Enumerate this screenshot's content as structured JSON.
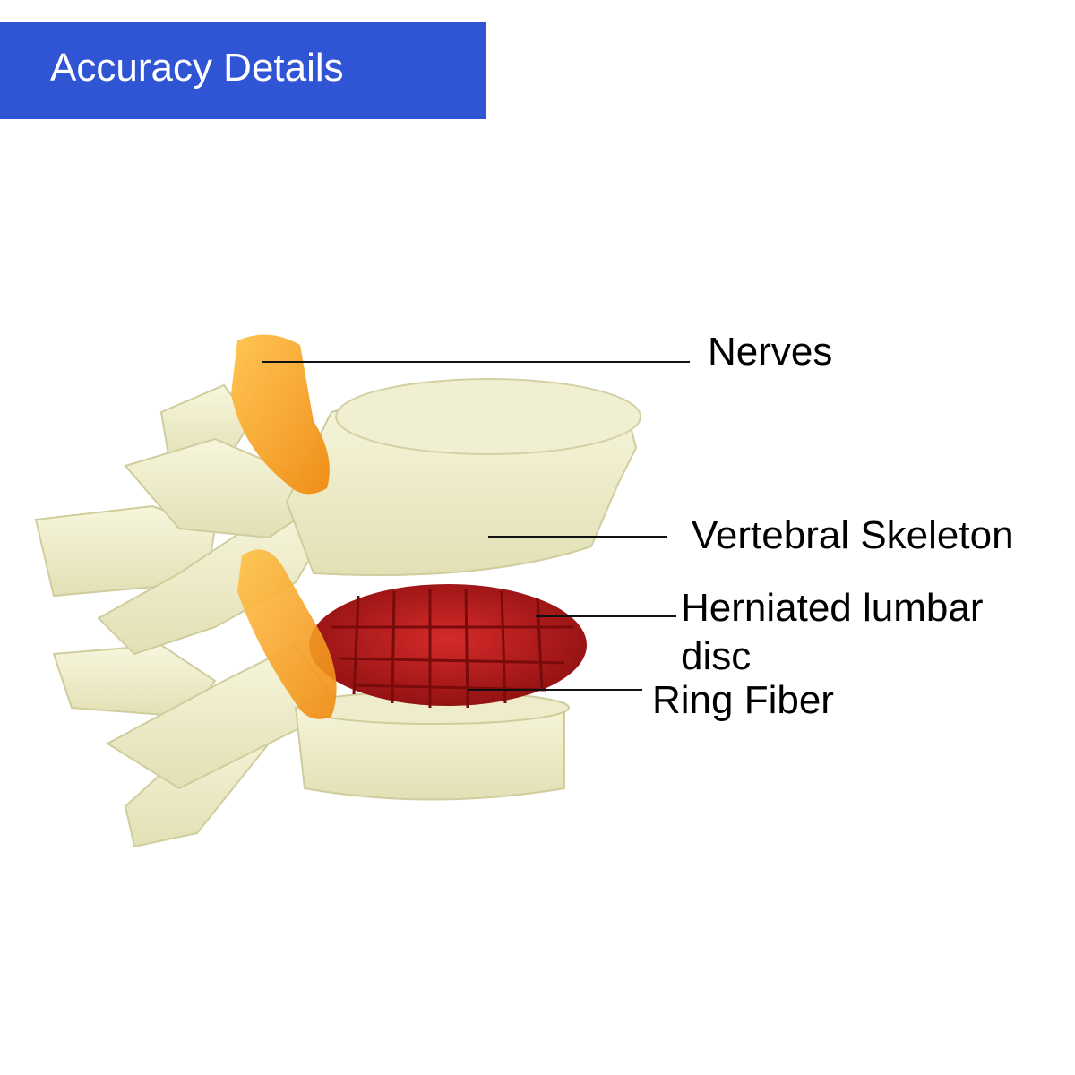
{
  "header": {
    "title": "Accuracy Details",
    "background_color": "#2f55d4"
  },
  "callouts": [
    {
      "id": "nerves",
      "label": "Nerves"
    },
    {
      "id": "vertebral",
      "label": "Vertebral Skeleton"
    },
    {
      "id": "herniated",
      "label": "Herniated lumbar disc"
    },
    {
      "id": "ring",
      "label": "Ring Fiber"
    }
  ],
  "colors": {
    "bone": "#f2f1cf",
    "bone_shadow": "#d9d7a8",
    "nerve": "#f7a11a",
    "disc": "#b01a1a",
    "leader_line": "#111111"
  }
}
